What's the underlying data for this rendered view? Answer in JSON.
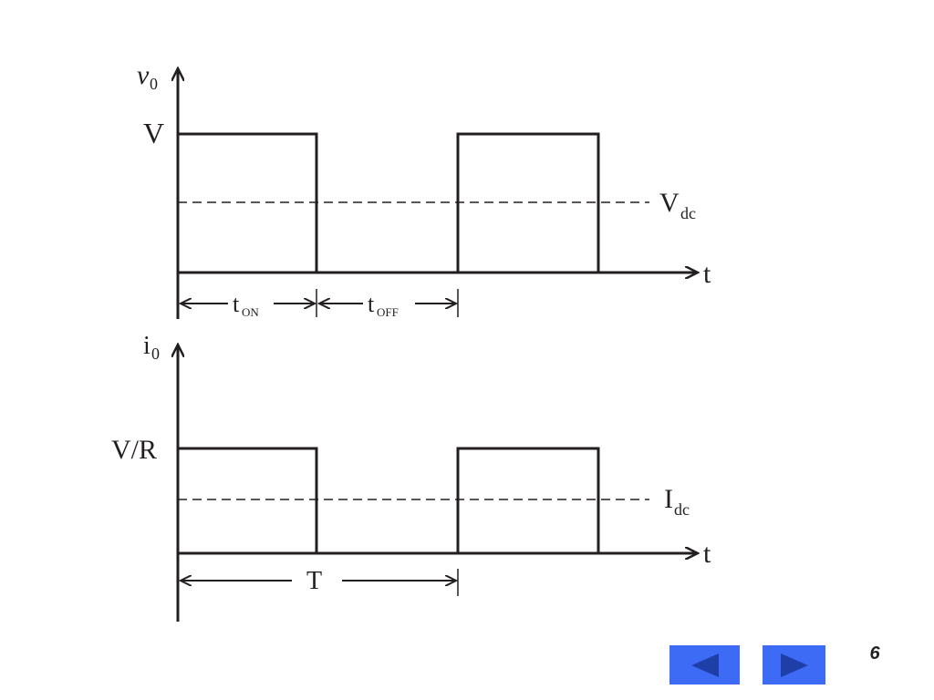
{
  "top_plot": {
    "y_axis_label": "v",
    "y_axis_subscript": "0",
    "level_label": "V",
    "dc_label": "V",
    "dc_subscript": "dc",
    "x_axis_label": "t",
    "ton_label": "t",
    "ton_subscript": "ON",
    "toff_label": "t",
    "toff_subscript": "OFF"
  },
  "bottom_plot": {
    "y_axis_label": "i",
    "y_axis_subscript": "0",
    "level_label": "V/R",
    "dc_label": "I",
    "dc_subscript": "dc",
    "x_axis_label": "t",
    "period_label": "T"
  },
  "navigation": {
    "prev_icon": "left-triangle-icon",
    "next_icon": "right-triangle-icon",
    "button_color": "#3d6bf5",
    "icon_color": "#1f3fa8"
  },
  "page_number": "6",
  "colors": {
    "line": "#231f20"
  }
}
